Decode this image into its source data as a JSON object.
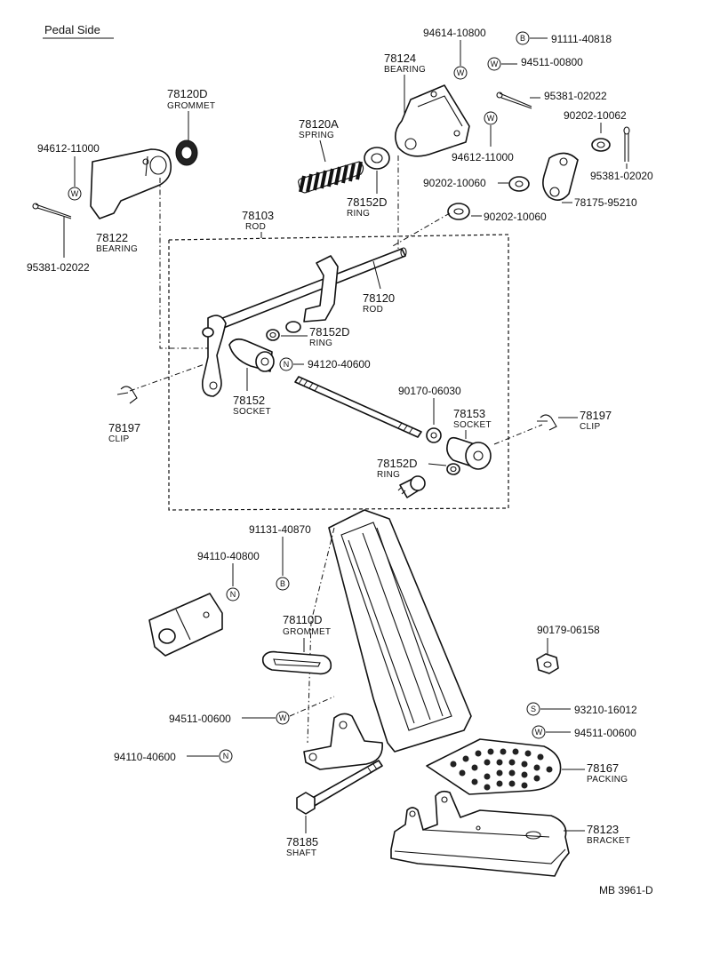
{
  "title": "Pedal Side",
  "code": "MB  3961-D",
  "labels": {
    "l78120d": {
      "num": "78120D",
      "name": "GROMMET"
    },
    "l78120a": {
      "num": "78120A",
      "name": "SPRING"
    },
    "l78124": {
      "num": "78124",
      "name": "BEARING"
    },
    "l78122": {
      "num": "78122",
      "name": "BEARING"
    },
    "l78103": {
      "num": "78103",
      "name": "ROD"
    },
    "l78120": {
      "num": "78120",
      "name": "ROD"
    },
    "l78152d_top": {
      "num": "78152D",
      "name": "RING"
    },
    "l78152d_mid": {
      "num": "78152D",
      "name": "RING"
    },
    "l78152d_low": {
      "num": "78152D",
      "name": "RING"
    },
    "l78152": {
      "num": "78152",
      "name": "SOCKET"
    },
    "l78153": {
      "num": "78153",
      "name": "SOCKET"
    },
    "l78197_left": {
      "num": "78197",
      "name": "CLIP"
    },
    "l78197_right": {
      "num": "78197",
      "name": "CLIP"
    },
    "l78110d": {
      "num": "78110D",
      "name": "GROMMET"
    },
    "l78167": {
      "num": "78167",
      "name": "PACKING"
    },
    "l78123": {
      "num": "78123",
      "name": "BRACKET"
    },
    "l78185": {
      "num": "78185",
      "name": "SHAFT"
    }
  },
  "parts": {
    "p94614_10800": "94614-10800",
    "p91111_40818": "91111-40818",
    "p94511_00800": "94511-00800",
    "p95381_02022_top": "95381-02022",
    "p90202_10062": "90202-10062",
    "p94612_11000_right": "94612-11000",
    "p95381_02020": "95381-02020",
    "p90202_10060_a": "90202-10060",
    "p78175_95210": "78175-95210",
    "p90202_10060_b": "90202-10060",
    "p94612_11000_left": "94612-11000",
    "p95381_02022_left": "95381-02022",
    "p94120_40600": "94120-40600",
    "p90170_06030": "90170-06030",
    "p91131_40870": "91131-40870",
    "p94110_40800": "94110-40800",
    "p90179_06158": "90179-06158",
    "p94511_00600_mid": "94511-00600",
    "p93210_16012": "93210-16012",
    "p94511_00600_right": "94511-00600",
    "p94110_40600": "94110-40600"
  },
  "symbols": {
    "washer": "W",
    "bolt": "B",
    "nut": "N",
    "screw": "S"
  }
}
